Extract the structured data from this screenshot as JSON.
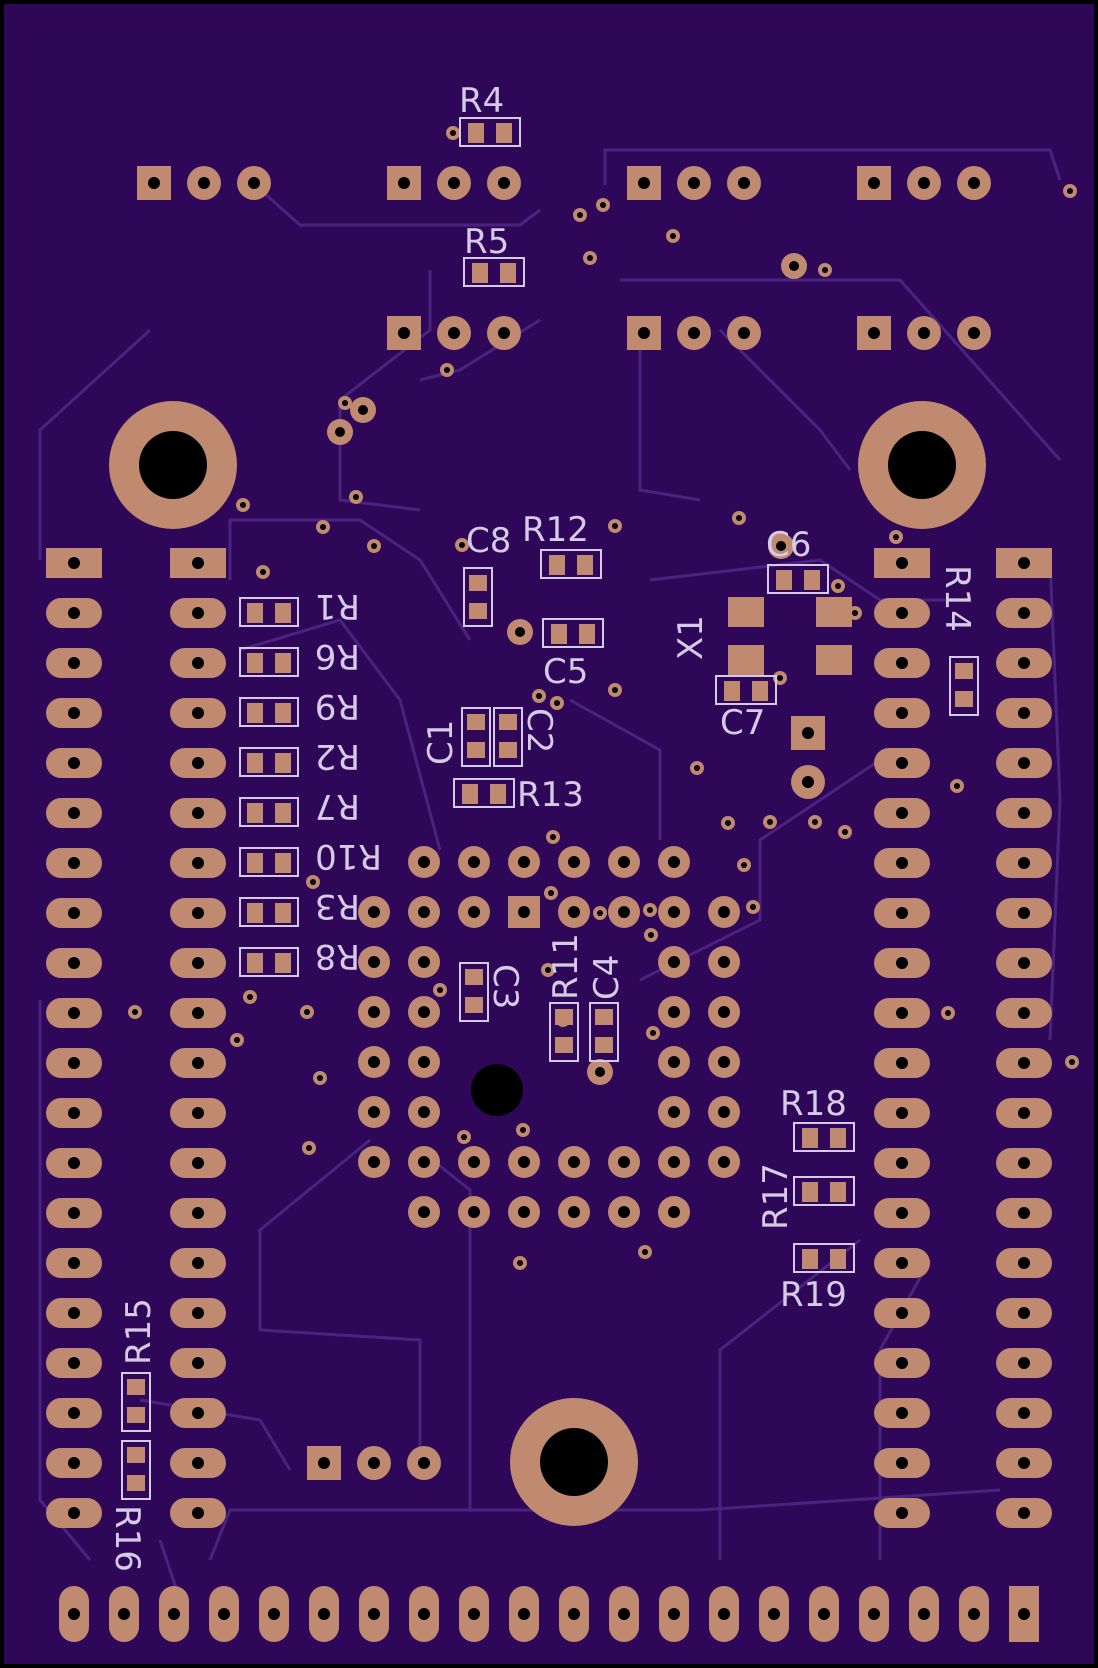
{
  "board": {
    "background": "#2e0758",
    "pad_color": "#bf8a6f",
    "silkscreen_color": "#d6cbe6",
    "trace_color": "#4a2380",
    "border_color": "#000000"
  },
  "labels": {
    "r1": "R1",
    "r2": "R2",
    "r3": "R3",
    "r4": "R4",
    "r5": "R5",
    "r6": "R6",
    "r7": "R7",
    "r8": "R8",
    "r9": "R9",
    "r10": "R10",
    "r11": "R11",
    "r12": "R12",
    "r13": "R13",
    "r14": "R14",
    "r15": "R15",
    "r16": "R16",
    "r17": "R17",
    "r18": "R18",
    "r19": "R19",
    "c1": "C1",
    "c2": "C2",
    "c3": "C3",
    "c4": "C4",
    "c5": "C5",
    "c6": "C6",
    "c7": "C7",
    "c8": "C8",
    "x1": "X1"
  }
}
